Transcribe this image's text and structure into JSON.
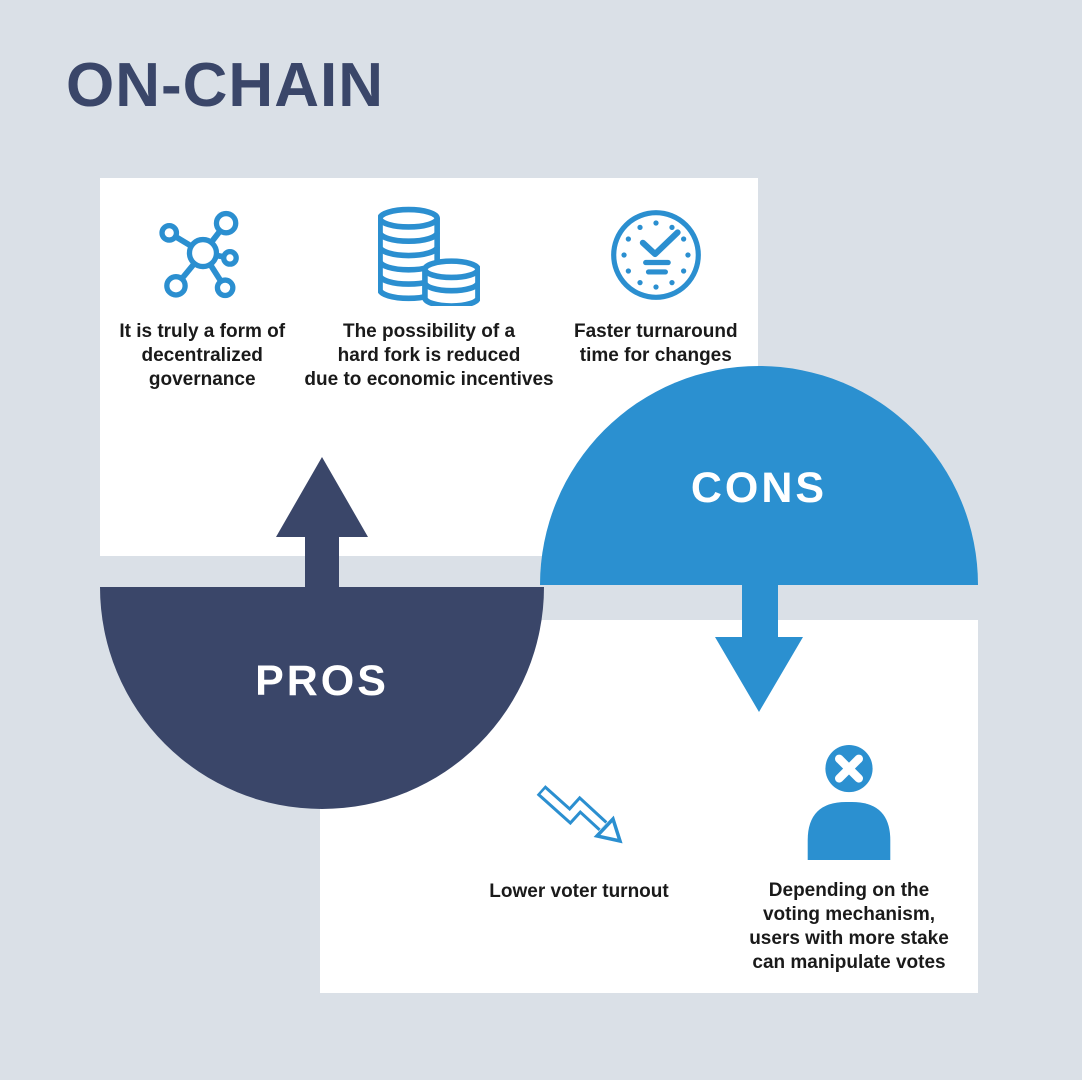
{
  "title": "ON-CHAIN",
  "colors": {
    "background": "#dae0e7",
    "navy": "#3a4669",
    "blue": "#2b90d0",
    "icon_blue": "#2b8fd0",
    "card": "#ffffff",
    "text": "#1a1a1a"
  },
  "pros": {
    "label": "PROS",
    "items": [
      {
        "icon": "network-nodes-icon",
        "caption": "It is truly a form of\ndecentralized\ngovernance"
      },
      {
        "icon": "coins-stack-icon",
        "caption": "The possibility of a\nhard fork is reduced\ndue to economic incentives"
      },
      {
        "icon": "clock-check-icon",
        "caption": "Faster turnaround\ntime for changes"
      }
    ]
  },
  "cons": {
    "label": "CONS",
    "items": [
      {
        "icon": "declining-arrow-icon",
        "caption": "Lower voter turnout"
      },
      {
        "icon": "user-x-icon",
        "caption": "Depending on the\nvoting mechanism,\nusers with more stake\ncan manipulate votes"
      }
    ]
  }
}
